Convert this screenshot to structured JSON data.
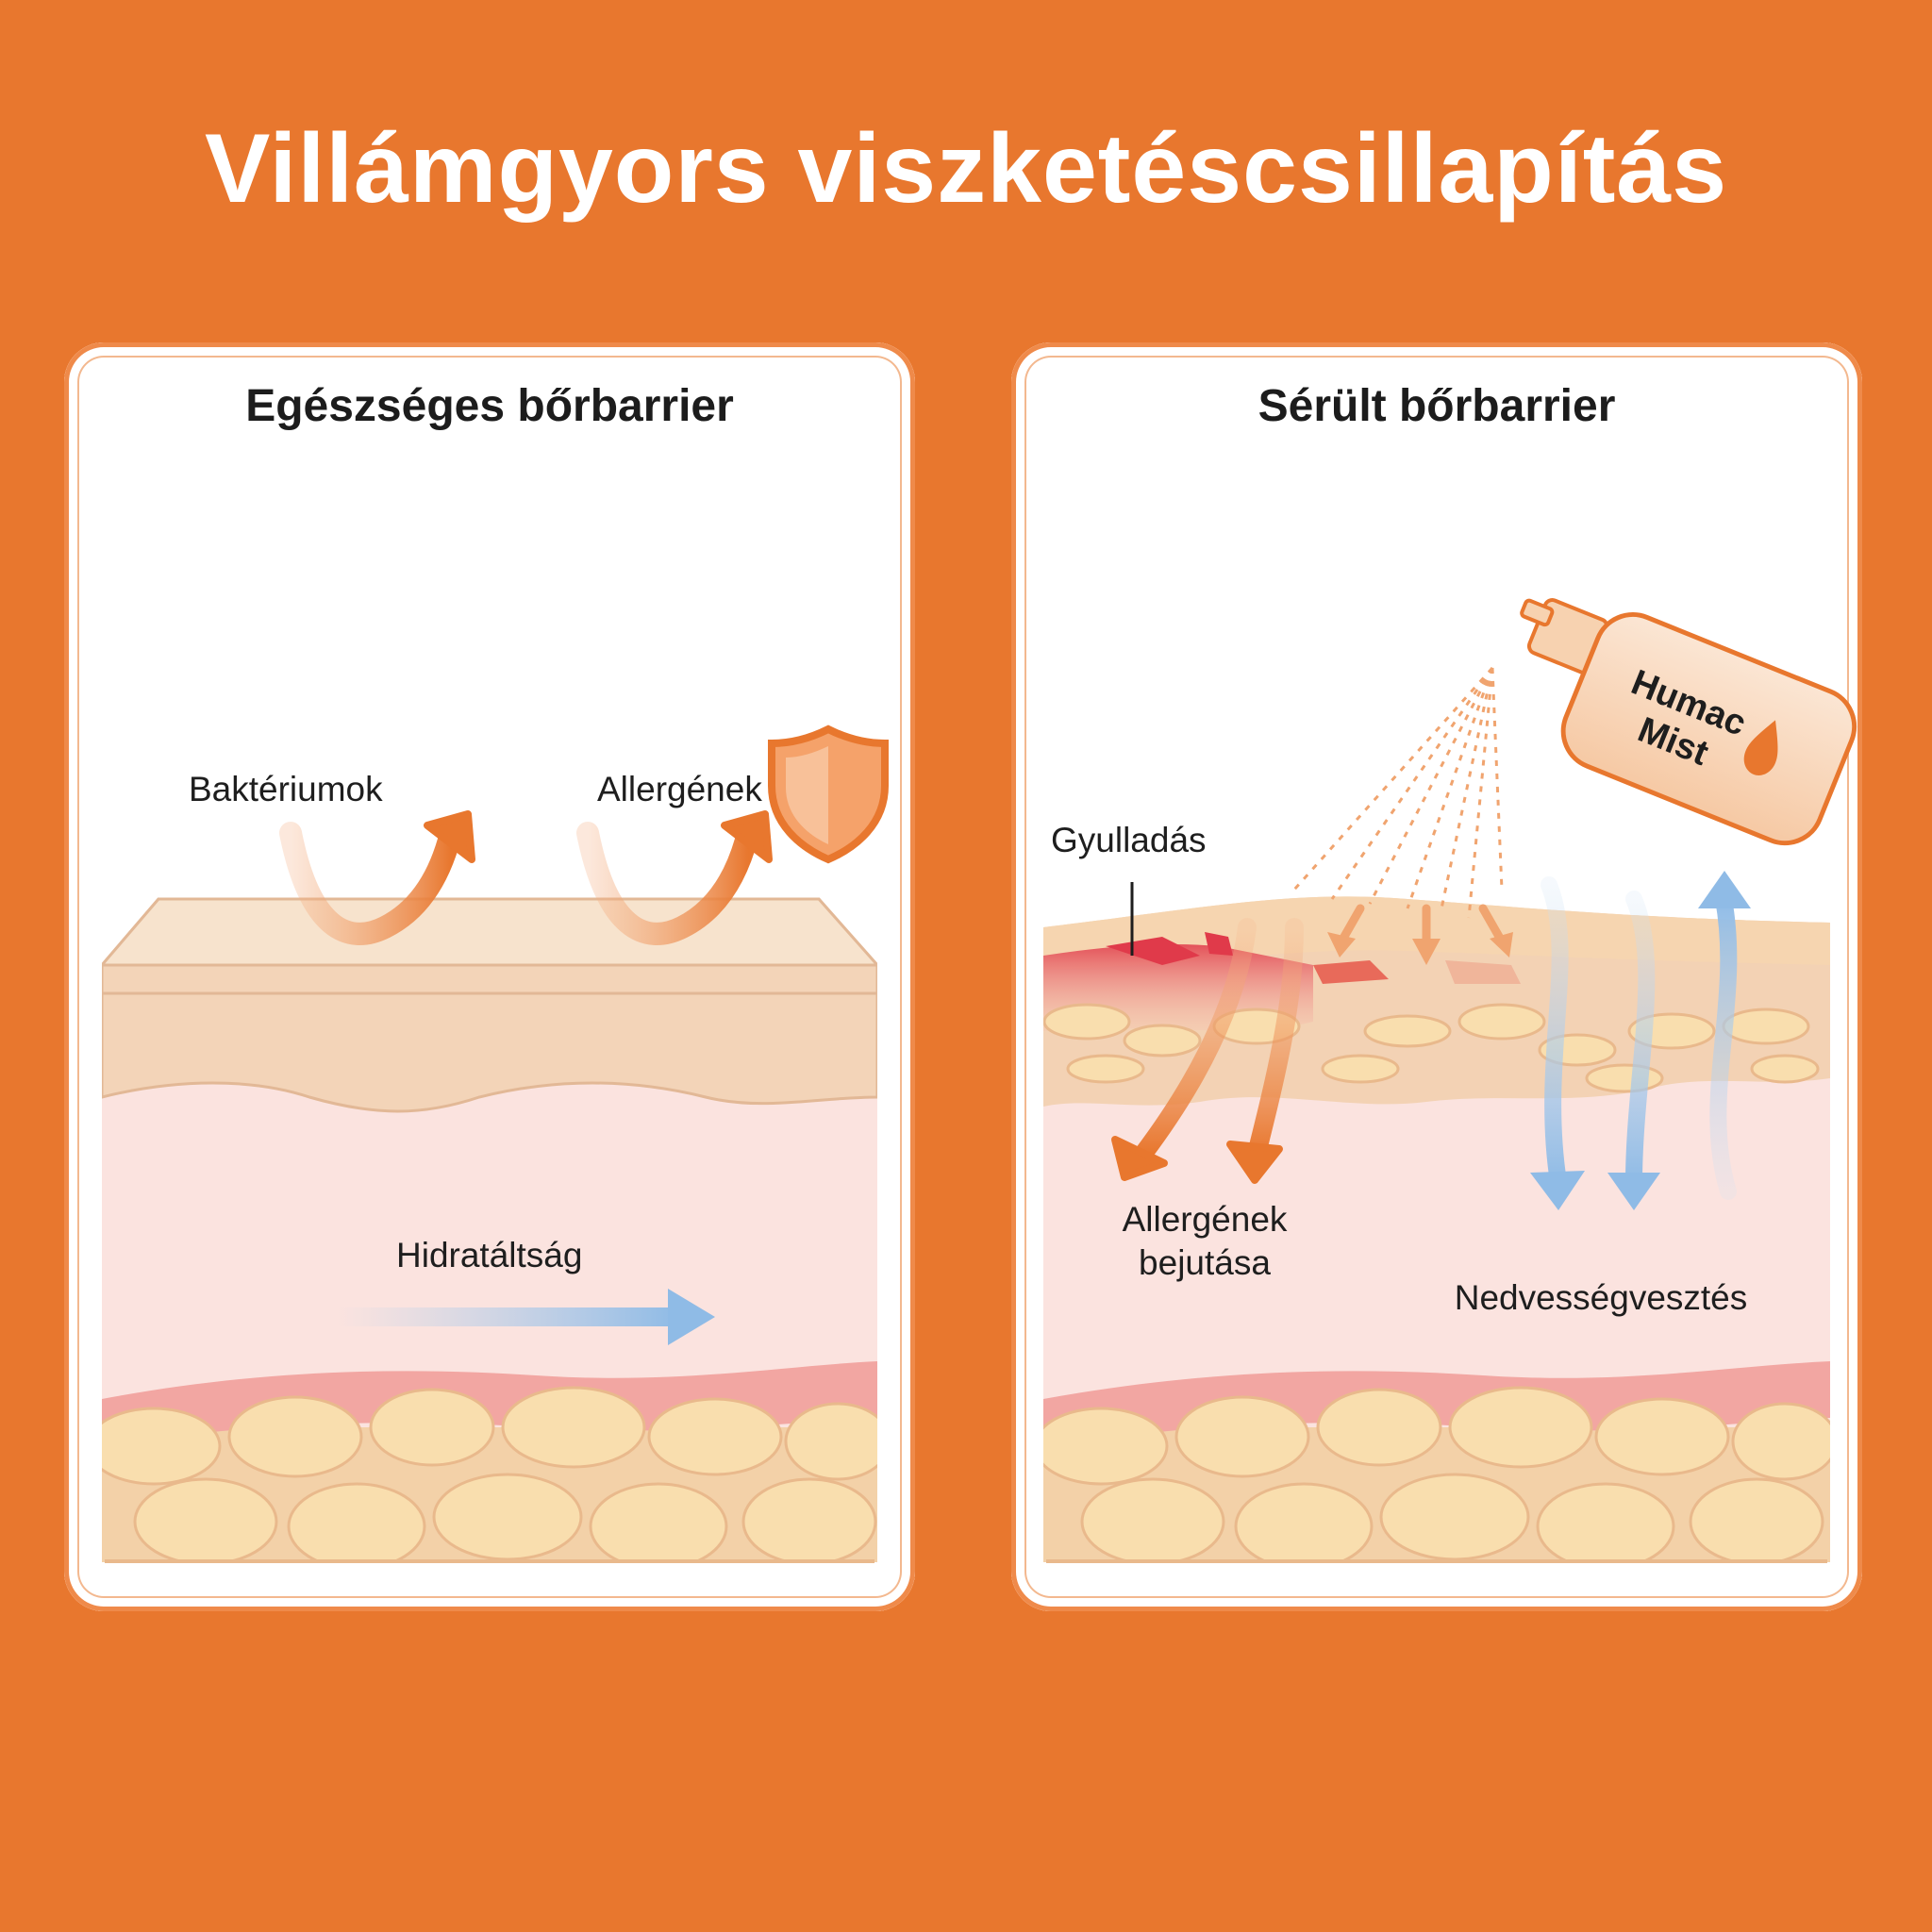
{
  "title": "Villámgyors viszketéscsillapítás",
  "colors": {
    "background": "#e8772e",
    "arrow_orange": "#e8772e",
    "arrow_blue": "#9fc3e6",
    "inflammation": "#e03a4a"
  },
  "panels": [
    {
      "title": "Egészséges bőrbarrier",
      "labels": {
        "bacteria": "Baktériumok",
        "allergens": "Allergének",
        "hydration": "Hidratáltság"
      },
      "icons": [
        "shield-icon"
      ]
    },
    {
      "title": "Sérült bőrbarrier",
      "labels": {
        "inflammation": "Gyulladás",
        "allergen_entry_line1": "Allergének",
        "allergen_entry_line2": "bejutása",
        "moisture_loss": "Nedvességvesztés"
      },
      "product": {
        "line1": "Humac",
        "line2": "Mist"
      },
      "icons": [
        "spray-bottle-icon",
        "droplet-icon"
      ]
    }
  ]
}
